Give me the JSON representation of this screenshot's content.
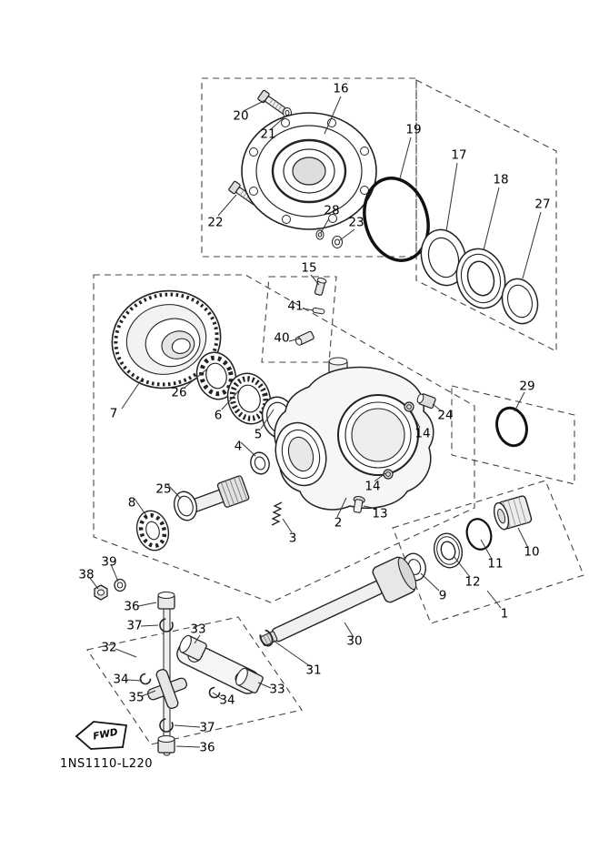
{
  "diagram": {
    "code": "1NS1110-L220",
    "fwd_label": "FWD"
  },
  "callouts": [
    "20",
    "21",
    "16",
    "22",
    "28",
    "23",
    "19",
    "17",
    "18",
    "27",
    "15",
    "41",
    "40",
    "26",
    "6",
    "5",
    "7",
    "4",
    "24",
    "14",
    "29",
    "14",
    "13",
    "2",
    "3",
    "25",
    "8",
    "11",
    "10",
    "12",
    "9",
    "1",
    "38",
    "39",
    "36",
    "37",
    "33",
    "32",
    "34",
    "35",
    "34",
    "33",
    "30",
    "31",
    "37",
    "36"
  ]
}
